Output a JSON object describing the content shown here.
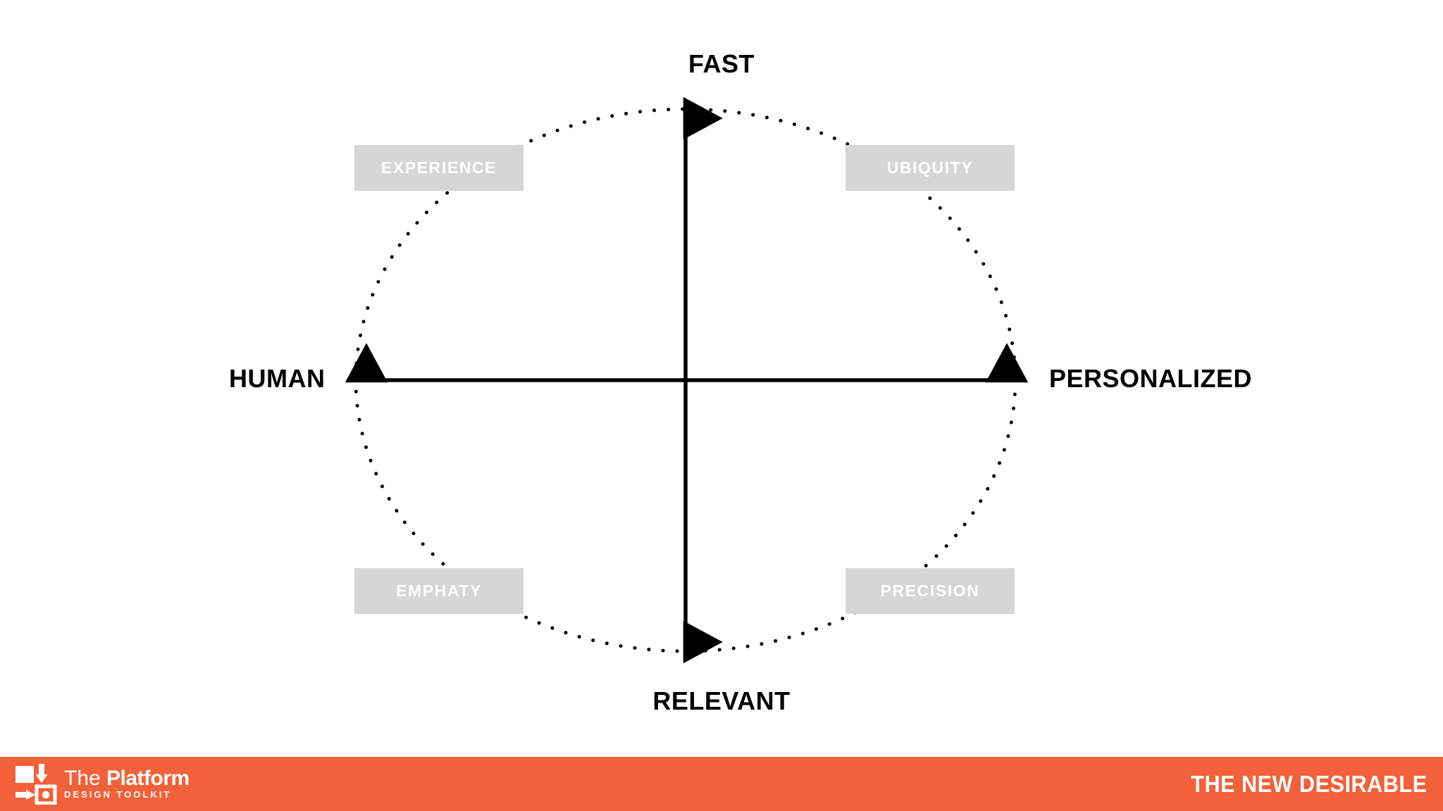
{
  "slide": {
    "title": "THE NEW DESIRABLE",
    "background_color": "#FFFFFF"
  },
  "chart_data": {
    "type": "scatter",
    "title": "THE NEW DESIRABLE",
    "subtype": "two-by-two quadrant map with dotted bounding ellipse",
    "xlabel": "",
    "ylabel": "",
    "grid": false,
    "legend": false,
    "axes": {
      "vertical": {
        "top_pole": "FAST",
        "bottom_pole": "RELEVANT",
        "arrow_heads": "both"
      },
      "horizontal": {
        "left_pole": "HUMAN",
        "right_pole": "PERSONALIZED",
        "arrow_heads": "both"
      }
    },
    "quadrants": [
      {
        "label": "EXPERIENCE",
        "x_pole": "HUMAN",
        "y_pole": "FAST",
        "position": "top-left"
      },
      {
        "label": "UBIQUITY",
        "x_pole": "PERSONALIZED",
        "y_pole": "FAST",
        "position": "top-right"
      },
      {
        "label": "EMPHATY",
        "x_pole": "HUMAN",
        "y_pole": "RELEVANT",
        "position": "bottom-left"
      },
      {
        "label": "PRECISION",
        "x_pole": "PERSONALIZED",
        "y_pole": "RELEVANT",
        "position": "bottom-right"
      }
    ],
    "annotations": [],
    "colors": {
      "axis": "#000000",
      "ellipse": "#000000",
      "chip_fill": "#D6D6D6",
      "chip_text": "#FFFFFF",
      "accent": "#F26139"
    }
  },
  "axis_labels": {
    "top": "FAST",
    "bottom": "RELEVANT",
    "left": "HUMAN",
    "right": "PERSONALIZED"
  },
  "quadrant_chips": [
    {
      "name": "experience",
      "label": "EXPERIENCE"
    },
    {
      "name": "ubiquity",
      "label": "UBIQUITY"
    },
    {
      "name": "emphaty",
      "label": "EMPHATY"
    },
    {
      "name": "precision",
      "label": "PRECISION"
    }
  ],
  "footer": {
    "background_color": "#F26139",
    "logo": {
      "brand_prefix": "The ",
      "brand_name": "Platform",
      "brand_subtitle": "DESIGN TOOLKIT"
    },
    "tagline": "THE NEW DESIRABLE"
  }
}
